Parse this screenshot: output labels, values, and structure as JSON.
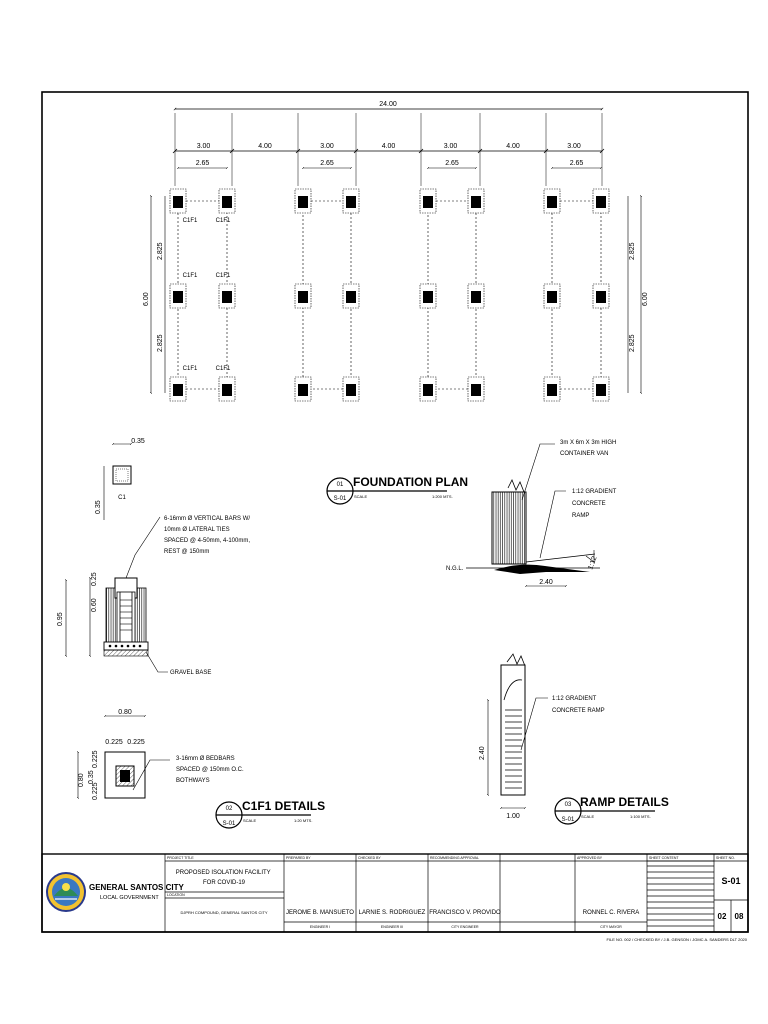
{
  "plan": {
    "total_width": "24.00",
    "bays": [
      "3.00",
      "4.00",
      "3.00",
      "4.00",
      "3.00",
      "4.00",
      "3.00"
    ],
    "inner_width": "2.65",
    "depth": "6.00",
    "half_depth": "2.825",
    "footing_label": "C1F1"
  },
  "foundation_title": {
    "number": "01",
    "sheet_ref": "S-01",
    "name": "FOUNDATION PLAN",
    "scale_label": "SCALE",
    "scale_value": "1:200 MTS."
  },
  "c1f1": {
    "column_width": "0.35",
    "column_depth": "0.35",
    "column_tag": "C1",
    "rebar_note_lines": [
      "6-16mm Ø VERTICAL BARS W/",
      "10mm Ø LATERAL TIES",
      "SPACED @ 4-50mm, 4-100mm,",
      "REST @ 150mm"
    ],
    "depth_total": "0.95",
    "depth_segments": [
      "0.25",
      "0.60"
    ],
    "gravel_label": "GRAVEL BASE",
    "footing_width": "0.80",
    "footing_edges": [
      "0.225",
      "0.225"
    ],
    "footing_depth": "0.80",
    "footing_depth_segments": [
      "0.225",
      "0.35",
      "0.225"
    ],
    "bedbar_note_lines": [
      "3-16mm Ø BEDBARS",
      "SPACED @ 150mm O.C.",
      "BOTHWAYS"
    ]
  },
  "c1f1_title": {
    "number": "02",
    "sheet_ref": "S-01",
    "name": "C1F1 DETAILS",
    "scale_label": "SCALE",
    "scale_value": "1:20 MTS."
  },
  "ramp": {
    "van_note_lines": [
      "3m X 6m X 3m HIGH",
      "CONTAINER VAN"
    ],
    "ramp_note_lines": [
      "1:12 GRADIENT",
      "CONCRETE",
      "RAMP"
    ],
    "ngl": "N.G.L.",
    "ramp_length": "2.40",
    "slope": "1:12",
    "plan_note_lines": [
      "1:12 GRADIENT",
      "CONCRETE RAMP"
    ],
    "plan_length": "2.40",
    "plan_width": "1.00"
  },
  "ramp_title": {
    "number": "03",
    "sheet_ref": "S-01",
    "name": "RAMP DETAILS",
    "scale_label": "SCALE",
    "scale_value": "1:100 MTS."
  },
  "title_block": {
    "org_name": "GENERAL SANTOS CITY",
    "org_sub": "LOCAL GOVERNMENT",
    "project_title_label": "PROJECT TITLE",
    "project_title_lines": [
      "PROPOSED ISOLATION FACILITY",
      "FOR COVID-19"
    ],
    "location_label": "LOCATION",
    "location": "DJPRH COMPOUND, GENERAL SANTOS CITY",
    "prepared_label": "PREPARED BY",
    "prepared_by": "JEROME B. MANSUETO",
    "prepared_role": "ENGINEER I",
    "checked_label": "CHECKED BY",
    "checked_by": "LARNIE S. RODRIGUEZ",
    "checked_role": "ENGINEER III",
    "recommending_label": "RECOMMENDING APPROVAL",
    "recommending_by": "FRANCISCO V. PROVIDO",
    "recommending_role": "CITY ENGINEER",
    "approved_label": "APPROVED BY",
    "approved_by": "RONNEL C. RIVERA",
    "approved_role": "CITY MAYOR",
    "sheet_content_label": "SHEET CONTENT",
    "sheet_no_label": "SHEET NO.",
    "sheet_code": "S-01",
    "sheet_num": "02",
    "sheet_total": "08",
    "footer": "FILE NO. 002 / CHECKED BY / J.B. GENSON / JGMC A. SANDERS DLT 2020"
  }
}
